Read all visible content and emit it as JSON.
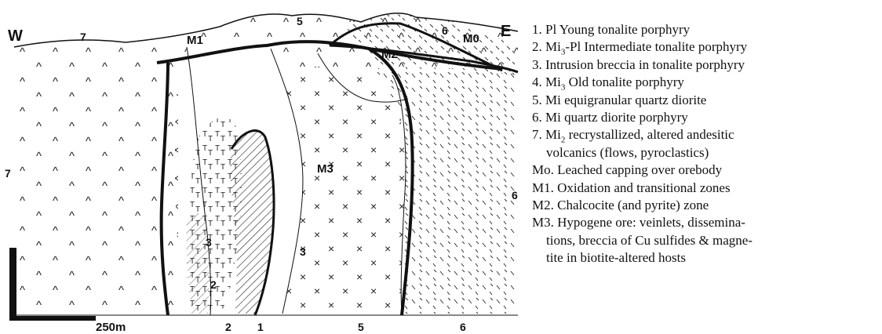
{
  "section": {
    "compass": {
      "west": "W",
      "east": "E"
    },
    "zone_labels": {
      "m1": "M1",
      "m2": "M2",
      "m3": "M3",
      "m0": "M0"
    },
    "top_numbers": {
      "n7": "7",
      "n5": "5",
      "n6": "6"
    },
    "side_numbers": {
      "left": "7",
      "right": "6"
    },
    "bottom_numbers": {
      "b2": "2",
      "b1": "1",
      "b5": "5",
      "b6": "6"
    },
    "inner_numbers": {
      "i3a": "3",
      "i2": "2",
      "i3b": "3"
    },
    "scale_label": "250m",
    "pattern_symbols": {
      "andesite": "^",
      "quartz_diorite": "×",
      "tonalite": "T"
    }
  },
  "legend": {
    "items": [
      {
        "text": "1. Pl Young tonalite porphyry"
      },
      {
        "pre": "2. Mi",
        "sub": "3",
        "post": "-Pl Intermediate tonalite porphyry"
      },
      {
        "text": "3. Intrusion breccia in tonalite porphyry"
      },
      {
        "pre": "4. Mi",
        "sub": "3",
        "post": " Old tonalite porphyry"
      },
      {
        "text": "5. Mi equigranular quartz diorite"
      },
      {
        "text": "6. Mi quartz diorite porphyry"
      },
      {
        "pre": "7. Mi",
        "sub": "2",
        "post": " recrystallized, altered andesitic"
      },
      {
        "text": "volcanics (flows, pyroclastics)",
        "cont": true
      },
      {
        "text": "Mo. Leached capping over orebody"
      },
      {
        "text": "M1. Oxidation and transitional zones"
      },
      {
        "text": "M2. Chalcocite (and pyrite) zone"
      },
      {
        "text": "M3. Hypogene ore: veinlets, dissemina-"
      },
      {
        "text": "tions, breccia of Cu sulfides & magne-",
        "cont": true
      },
      {
        "text": "tite in biotite-altered hosts",
        "cont": true
      }
    ]
  }
}
